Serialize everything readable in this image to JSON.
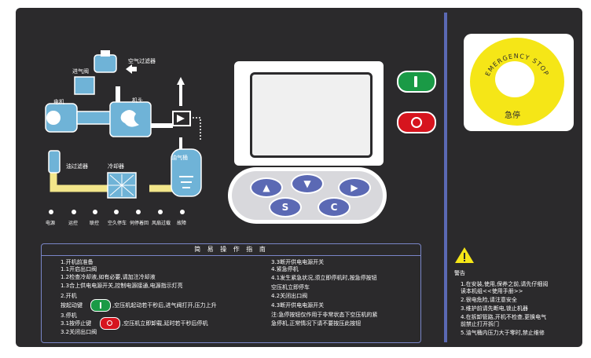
{
  "diagram": {
    "air_filter": "空气过滤器",
    "intake_valve": "进气阀",
    "motor": "电机",
    "airend": "机头",
    "oil_filter": "油过滤器",
    "cooler": "冷却器",
    "oil_tank": "油气桶"
  },
  "indicators": [
    "电源",
    "运控",
    "联控",
    "空久停车",
    "伺停着回",
    "风扇过载",
    "故障"
  ],
  "keypad": {
    "up": "▲",
    "down": "▼",
    "right": "▶",
    "set": "S",
    "cancel": "C"
  },
  "guide": {
    "title": "简 易 操 作 指 南",
    "left_lines": [
      "1.开机前准备",
      "1.1开启出口阀",
      "1.2检查冷却液,如有必要,请加注冷却液",
      "1.3合上供电电源开关,控制电源接通,电源指示灯亮",
      "2.开机",
      "按起动键",
      ",空压机起动若干秒后,进气阀打开,压力上升",
      "3.停机",
      "3.1按停止键",
      ",空压机立即卸载,延时若干秒后停机",
      "3.2关闭出口阀"
    ],
    "right_lines": [
      "3.3断开供电电源开关",
      "4.紧急停机",
      "4.1发生紧急状况,须立即停机时,按急停按钮",
      "空压机立即停车",
      "4.2关闭出口阀",
      "4.3断开供电电源开关",
      "注:急停按钮仅作用于非常状态下空压机的紧",
      "急停机,正常情况下请不要按压此按钮"
    ]
  },
  "estop": {
    "ring_text": "EMERGENCY STOP",
    "label": "急停"
  },
  "warning": {
    "title": "警告",
    "lines": [
      "1.在安装,使用,保养之前,请先仔细阅",
      "  读本机组<<使用手册>>",
      "2.很电危险,请注意安全",
      "3.维护前请先断电,锁止机器",
      "4.在拆卸管路,开机不检查,更换电气",
      "  前禁止打开拆门",
      "5.油气桶内压力大于零时,禁止维修"
    ]
  },
  "colors": {
    "panel": "#2b2a2c",
    "accent_blue": "#5b69b4",
    "start_green": "#1a9a46",
    "stop_red": "#d6141e",
    "diagram_blue": "#6fb3d7",
    "oil_yellow": "#f2e68a",
    "estop_yellow": "#f5e617"
  }
}
